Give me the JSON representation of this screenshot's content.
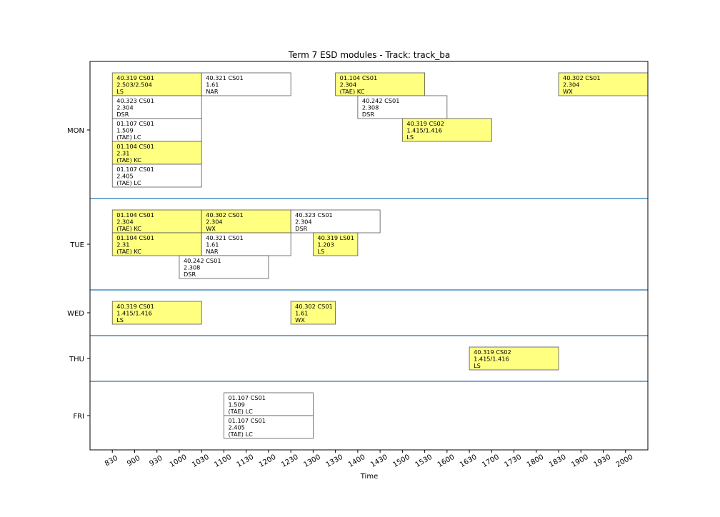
{
  "chart_data": {
    "type": "timetable",
    "title": "Term 7 ESD modules - Track: track_ba",
    "xlabel": "Time",
    "xlim": [
      "0800",
      "2030"
    ],
    "x_ticks": [
      "830",
      "900",
      "930",
      "1000",
      "1030",
      "1100",
      "1130",
      "1200",
      "1230",
      "1300",
      "1330",
      "1400",
      "1430",
      "1500",
      "1530",
      "1600",
      "1630",
      "1700",
      "1730",
      "1800",
      "1830",
      "1900",
      "1930",
      "2000"
    ],
    "days": [
      {
        "label": "MON",
        "rows": 5
      },
      {
        "label": "TUE",
        "rows": 3
      },
      {
        "label": "WED",
        "rows": 1
      },
      {
        "label": "THU",
        "rows": 1
      },
      {
        "label": "FRI",
        "rows": 2
      }
    ],
    "colors": {
      "highlight": "#ffff80",
      "plain": "#ffffff",
      "separator": "#1f77b4",
      "border": "#555555"
    },
    "events": [
      {
        "day": "MON",
        "row": 0,
        "start": "0830",
        "end": "1030",
        "lines": [
          "40.319 CS01",
          "2.503/2.504",
          "LS"
        ],
        "highlight": true
      },
      {
        "day": "MON",
        "row": 0,
        "start": "1030",
        "end": "1230",
        "lines": [
          "40.321 CS01",
          "1.61",
          "NAR"
        ],
        "highlight": false
      },
      {
        "day": "MON",
        "row": 0,
        "start": "1330",
        "end": "1530",
        "lines": [
          "01.104 CS01",
          "2.304",
          "(TAE) KC"
        ],
        "highlight": true
      },
      {
        "day": "MON",
        "row": 0,
        "start": "1830",
        "end": "2030",
        "lines": [
          "40.302 CS01",
          "2.304",
          "WX"
        ],
        "highlight": true
      },
      {
        "day": "MON",
        "row": 1,
        "start": "0830",
        "end": "1030",
        "lines": [
          "40.323 CS01",
          "2.304",
          "DSR"
        ],
        "highlight": false
      },
      {
        "day": "MON",
        "row": 1,
        "start": "1400",
        "end": "1600",
        "lines": [
          "40.242 CS01",
          "2.308",
          "DSR"
        ],
        "highlight": false
      },
      {
        "day": "MON",
        "row": 2,
        "start": "0830",
        "end": "1030",
        "lines": [
          "01.107 CS01",
          "1.509",
          "(TAE) LC"
        ],
        "highlight": false
      },
      {
        "day": "MON",
        "row": 2,
        "start": "1500",
        "end": "1700",
        "lines": [
          "40.319 CS02",
          "1.415/1.416",
          "LS"
        ],
        "highlight": true
      },
      {
        "day": "MON",
        "row": 3,
        "start": "0830",
        "end": "1030",
        "lines": [
          "01.104 CS01",
          "2.31",
          "(TAE) KC"
        ],
        "highlight": true
      },
      {
        "day": "MON",
        "row": 4,
        "start": "0830",
        "end": "1030",
        "lines": [
          "01.107 CS01",
          "2.405",
          "(TAE) LC"
        ],
        "highlight": false
      },
      {
        "day": "TUE",
        "row": 0,
        "start": "0830",
        "end": "1030",
        "lines": [
          "01.104 CS01",
          "2.304",
          "(TAE) KC"
        ],
        "highlight": true
      },
      {
        "day": "TUE",
        "row": 0,
        "start": "1030",
        "end": "1230",
        "lines": [
          "40.302 CS01",
          "2.304",
          "WX"
        ],
        "highlight": true
      },
      {
        "day": "TUE",
        "row": 0,
        "start": "1230",
        "end": "1430",
        "lines": [
          "40.323 CS01",
          "2.304",
          "DSR"
        ],
        "highlight": false
      },
      {
        "day": "TUE",
        "row": 1,
        "start": "0830",
        "end": "1030",
        "lines": [
          "01.104 CS01",
          "2.31",
          "(TAE) KC"
        ],
        "highlight": true
      },
      {
        "day": "TUE",
        "row": 1,
        "start": "1030",
        "end": "1230",
        "lines": [
          "40.321 CS01",
          "1.61",
          "NAR"
        ],
        "highlight": false
      },
      {
        "day": "TUE",
        "row": 1,
        "start": "1300",
        "end": "1400",
        "lines": [
          "40.319 LS01",
          "1.203",
          "LS"
        ],
        "highlight": true
      },
      {
        "day": "TUE",
        "row": 2,
        "start": "1000",
        "end": "1200",
        "lines": [
          "40.242 CS01",
          "2.308",
          "DSR"
        ],
        "highlight": false
      },
      {
        "day": "WED",
        "row": 0,
        "start": "0830",
        "end": "1030",
        "lines": [
          "40.319 CS01",
          "1.415/1.416",
          "LS"
        ],
        "highlight": true
      },
      {
        "day": "WED",
        "row": 0,
        "start": "1230",
        "end": "1330",
        "lines": [
          "40.302 CS01",
          "1.61",
          "WX"
        ],
        "highlight": true
      },
      {
        "day": "THU",
        "row": 0,
        "start": "1630",
        "end": "1830",
        "lines": [
          "40.319 CS02",
          "1.415/1.416",
          "LS"
        ],
        "highlight": true
      },
      {
        "day": "FRI",
        "row": 0,
        "start": "1100",
        "end": "1300",
        "lines": [
          "01.107 CS01",
          "1.509",
          "(TAE) LC"
        ],
        "highlight": false
      },
      {
        "day": "FRI",
        "row": 1,
        "start": "1100",
        "end": "1300",
        "lines": [
          "01.107 CS01",
          "2.405",
          "(TAE) LC"
        ],
        "highlight": false
      }
    ]
  }
}
